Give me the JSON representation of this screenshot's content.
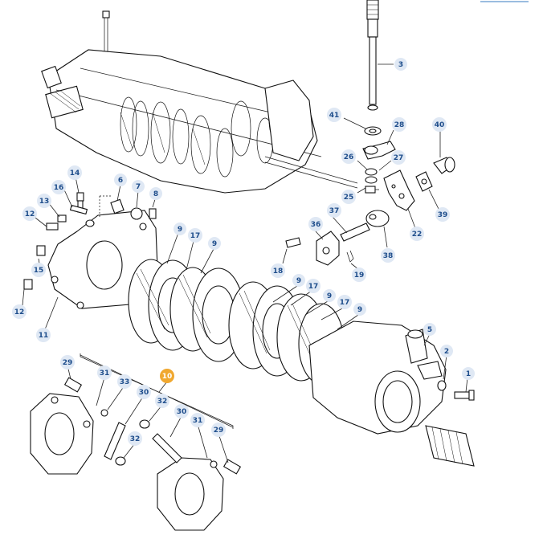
{
  "callouts": [
    {
      "id": "c3",
      "text": "3"
    },
    {
      "id": "c41",
      "text": "41"
    },
    {
      "id": "c28",
      "text": "28"
    },
    {
      "id": "c40",
      "text": "40"
    },
    {
      "id": "c26",
      "text": "26"
    },
    {
      "id": "c27",
      "text": "27"
    },
    {
      "id": "c25",
      "text": "25"
    },
    {
      "id": "c39",
      "text": "39"
    },
    {
      "id": "c22",
      "text": "22"
    },
    {
      "id": "c14",
      "text": "14"
    },
    {
      "id": "c6",
      "text": "6"
    },
    {
      "id": "c16",
      "text": "16"
    },
    {
      "id": "c7",
      "text": "7"
    },
    {
      "id": "c8",
      "text": "8"
    },
    {
      "id": "c13",
      "text": "13"
    },
    {
      "id": "c12a",
      "text": "12"
    },
    {
      "id": "c37",
      "text": "37"
    },
    {
      "id": "c36",
      "text": "36"
    },
    {
      "id": "c9a",
      "text": "9"
    },
    {
      "id": "c17a",
      "text": "17"
    },
    {
      "id": "c9b",
      "text": "9"
    },
    {
      "id": "c18",
      "text": "18"
    },
    {
      "id": "c38",
      "text": "38"
    },
    {
      "id": "c15",
      "text": "15"
    },
    {
      "id": "c19",
      "text": "19"
    },
    {
      "id": "c9c",
      "text": "9"
    },
    {
      "id": "c17b",
      "text": "17"
    },
    {
      "id": "c12b",
      "text": "12"
    },
    {
      "id": "c9d",
      "text": "9"
    },
    {
      "id": "c17c",
      "text": "17"
    },
    {
      "id": "c9e",
      "text": "9"
    },
    {
      "id": "c11",
      "text": "11"
    },
    {
      "id": "c5",
      "text": "5"
    },
    {
      "id": "c2",
      "text": "2"
    },
    {
      "id": "c1",
      "text": "1"
    },
    {
      "id": "c10",
      "text": "10"
    },
    {
      "id": "c29a",
      "text": "29"
    },
    {
      "id": "c31a",
      "text": "31"
    },
    {
      "id": "c33",
      "text": "33"
    },
    {
      "id": "c30a",
      "text": "30"
    },
    {
      "id": "c32a",
      "text": "32"
    },
    {
      "id": "c30b",
      "text": "30"
    },
    {
      "id": "c31b",
      "text": "31"
    },
    {
      "id": "c32b",
      "text": "32"
    },
    {
      "id": "c29b",
      "text": "29"
    }
  ],
  "colors": {
    "callout_text": "#1f4e8c",
    "callout_bubble": "#dfe8f4",
    "highlight": "#f0a830"
  },
  "highlighted_callout": "c10"
}
